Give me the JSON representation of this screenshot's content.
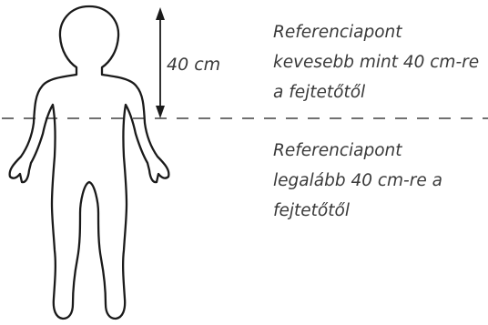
{
  "measurement": {
    "label": "40 cm"
  },
  "zones": {
    "above_line": {
      "lines": [
        "Referenciapont",
        "kevesebb mint 40 cm-re",
        "a fejtetőtől"
      ]
    },
    "below_line": {
      "lines": [
        "Referenciapont",
        "legalább 40 cm-re a",
        "fejtetőtől"
      ]
    }
  },
  "colors": {
    "outline": "#1a1a1a",
    "text": "#3a3a3a"
  }
}
